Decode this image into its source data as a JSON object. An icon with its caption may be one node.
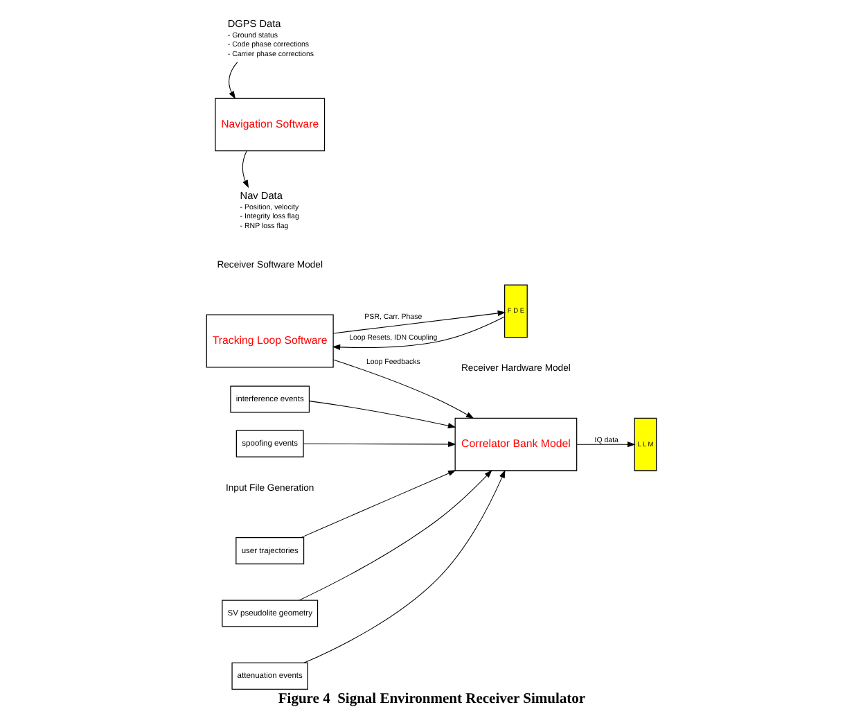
{
  "diagram": {
    "caption": "Figure 4  Signal Environment Receiver Simulator",
    "nodes": [
      {
        "text": [
          "user trajectories"
        ]
      },
      {
        "text": [
          "SV pseudolite geometry"
        ]
      },
      {
        "text": [
          "attenuation events"
        ]
      },
      {
        "text": [
          "interference events"
        ]
      },
      {
        "text": [
          "spoofing events"
        ]
      },
      {
        "text": [
          "Correlator Bank Model"
        ]
      },
      {
        "text": [
          "L L M"
        ]
      },
      {
        "text": [
          "Tracking Loop Software"
        ]
      },
      {
        "text": [
          "F D E"
        ]
      },
      {
        "text": [
          "Navigation Software"
        ]
      },
      {
        "text": [
          "Nav Data",
          "- Position, velocity",
          "- Integrity loss flag",
          "- RNP loss flag"
        ]
      },
      {
        "text": [
          "DGPS Data",
          "- Ground status",
          "- Code phase corrections",
          "- Carrier phase corrections"
        ]
      }
    ],
    "edges": [
      {
        "from": 0,
        "to": 5,
        "arrow": "to"
      },
      {
        "from": 1,
        "to": 5,
        "arrow": "to"
      },
      {
        "from": 2,
        "to": 5,
        "arrow": "to"
      },
      {
        "from": 3,
        "to": 5,
        "arrow": "to"
      },
      {
        "from": 4,
        "to": 5,
        "arrow": "to"
      },
      {
        "from": 7,
        "to": 5,
        "label": "Loop Feedbacks",
        "arrow": "to"
      },
      {
        "from": 5,
        "to": 6,
        "label": "IQ data",
        "arrow": "to"
      },
      {
        "from": 7,
        "to": 8,
        "label": "PSR, Carr. Phase",
        "arrow": "to"
      },
      {
        "from": 8,
        "to": 7,
        "label": "Loop Resets, IDN Coupling",
        "arrow": "to"
      },
      {
        "from": 9,
        "to": 10,
        "arrow": "to"
      },
      {
        "from": 11,
        "to": 9,
        "arrow": "to"
      }
    ],
    "labels": [
      "Input File Generation",
      "Receiver Hardware Model",
      "Receiver Software Model"
    ]
  }
}
